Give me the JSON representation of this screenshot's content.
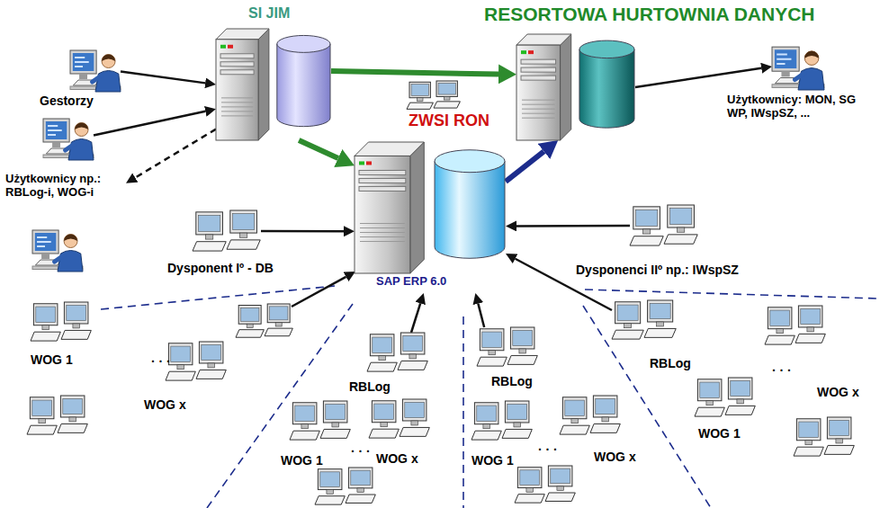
{
  "diagram": {
    "nodes": [
      {
        "text": [
          "SI JIM"
        ]
      },
      {
        "text": [
          "RESORTOWA HURTOWNIA DANYCH"
        ]
      },
      {
        "text": [
          "Gestorzy"
        ]
      },
      {
        "text": [
          "Użytkownicy: MON, SG WP, IWspSZ, ..."
        ]
      },
      {
        "text": [
          "Użytkownicy np.: RBLog-i, WOG-i"
        ]
      },
      {
        "text": [
          "ZWSI RON",
          "SAP ERP 6.0"
        ]
      },
      {
        "text": [
          "Dysponent Iº - DB"
        ]
      },
      {
        "text": [
          "Dysponenci IIº np.: IWspSZ"
        ]
      },
      {
        "text": [
          "RBLog"
        ]
      },
      {
        "text": [
          "RBLog"
        ]
      },
      {
        "text": [
          "RBLog"
        ]
      },
      {
        "text": [
          "WOG 1"
        ]
      },
      {
        "text": [
          "WOG x"
        ]
      },
      {
        "text": [
          "WOG 1"
        ]
      },
      {
        "text": [
          "WOG x"
        ]
      },
      {
        "text": [
          "WOG 1"
        ]
      },
      {
        "text": [
          "WOG x"
        ]
      },
      {
        "text": [
          "WOG x"
        ]
      },
      {
        "text": [
          "WOG 1"
        ]
      }
    ],
    "edges": [
      {
        "from": 2,
        "to": 0,
        "arrow": "to"
      },
      {
        "from": 4,
        "to": 0,
        "arrow": "to"
      },
      {
        "from": 0,
        "to": 4,
        "arrow": "to"
      },
      {
        "from": 0,
        "to": 1,
        "arrow": "to"
      },
      {
        "from": 0,
        "to": 5,
        "arrow": "to"
      },
      {
        "from": 5,
        "to": 1,
        "arrow": "to"
      },
      {
        "from": 1,
        "to": 3,
        "arrow": "to"
      },
      {
        "from": 6,
        "to": 5,
        "arrow": "to"
      },
      {
        "from": 7,
        "to": 5,
        "arrow": "to"
      },
      {
        "from": 8,
        "to": 5,
        "arrow": "to"
      },
      {
        "from": 9,
        "to": 5,
        "arrow": "to"
      },
      {
        "from": 10,
        "to": 5,
        "arrow": "to"
      }
    ],
    "labels": [
      "· · ·",
      "· · ·",
      "· · ·",
      "· · ·"
    ]
  }
}
